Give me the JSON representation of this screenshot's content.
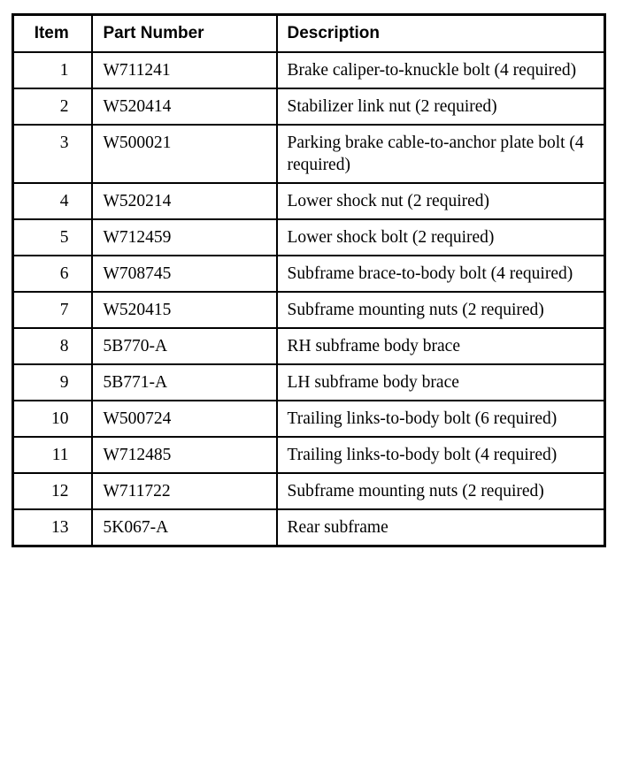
{
  "table": {
    "columns": [
      {
        "key": "item",
        "label": "Item"
      },
      {
        "key": "part_number",
        "label": "Part Number"
      },
      {
        "key": "description",
        "label": "Description"
      }
    ],
    "rows": [
      {
        "item": "1",
        "part_number": "W711241",
        "description": "Brake caliper-to-knuckle bolt (4 required)"
      },
      {
        "item": "2",
        "part_number": "W520414",
        "description": "Stabilizer link nut (2 required)"
      },
      {
        "item": "3",
        "part_number": "W500021",
        "description": "Parking brake cable-to-anchor plate bolt (4 required)"
      },
      {
        "item": "4",
        "part_number": "W520214",
        "description": "Lower shock nut (2 required)"
      },
      {
        "item": "5",
        "part_number": "W712459",
        "description": "Lower shock bolt (2 required)"
      },
      {
        "item": "6",
        "part_number": "W708745",
        "description": "Subframe brace-to-body bolt (4 required)"
      },
      {
        "item": "7",
        "part_number": "W520415",
        "description": "Subframe mounting nuts (2 required)"
      },
      {
        "item": "8",
        "part_number": "5B770-A",
        "description": "RH subframe body brace"
      },
      {
        "item": "9",
        "part_number": "5B771-A",
        "description": "LH subframe body brace"
      },
      {
        "item": "10",
        "part_number": "W500724",
        "description": "Trailing links-to-body bolt (6 required)"
      },
      {
        "item": "11",
        "part_number": "W712485",
        "description": "Trailing links-to-body bolt (4 required)"
      },
      {
        "item": "12",
        "part_number": "W711722",
        "description": "Subframe mounting nuts (2 required)"
      },
      {
        "item": "13",
        "part_number": "5K067-A",
        "description": "Rear subframe"
      }
    ]
  },
  "style": {
    "text_color": "#000000",
    "border_color": "#000000",
    "background_color": "#ffffff"
  }
}
